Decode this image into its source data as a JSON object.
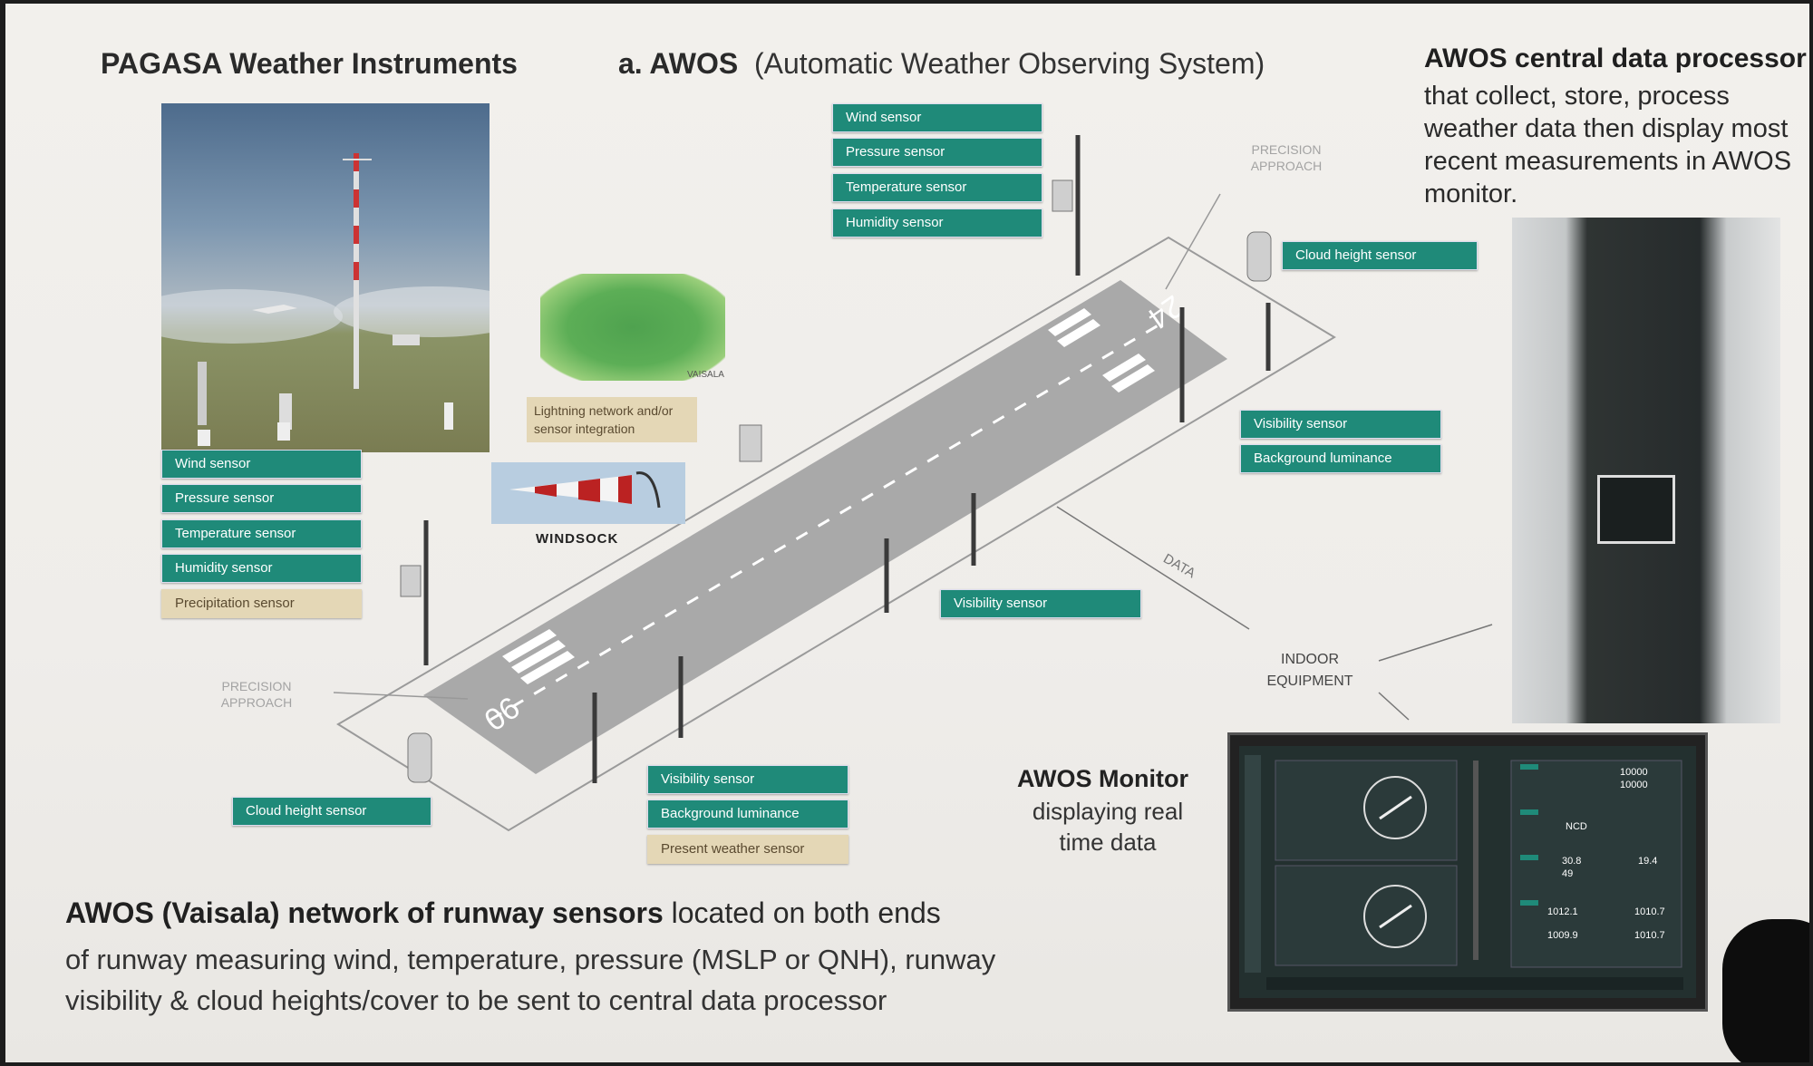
{
  "title": {
    "main": "PAGASA Weather Instruments",
    "sub": "a. AWOS",
    "paren": "(Automatic Weather Observing System)"
  },
  "processor": {
    "heading": "AWOS central data processor",
    "body": "that collect, store, process weather data then display most recent measurements in AWOS monitor."
  },
  "left_station_tags": [
    "Wind sensor",
    "Pressure sensor",
    "Temperature sensor",
    "Humidity sensor",
    "Precipitation sensor"
  ],
  "top_station_tags": [
    "Wind sensor",
    "Pressure sensor",
    "Temperature sensor",
    "Humidity sensor"
  ],
  "tags": {
    "cloud_height_top": "Cloud height sensor",
    "visibility_top": "Visibility sensor",
    "background_top": "Background luminance",
    "visibility_mid": "Visibility sensor",
    "cloud_height_bottom": "Cloud height sensor",
    "visibility_bottom": "Visibility sensor",
    "background_bottom": "Background luminance",
    "present_weather": "Present weather sensor"
  },
  "lightning_label": "Lightning network and/or sensor integration",
  "lightning_brand": "VAISALA",
  "windsock_label": "WINDSOCK",
  "diagram_labels": {
    "precision_top": "PRECISION APPROACH",
    "precision_left": "PRECISION APPROACH",
    "runway_top": "24",
    "runway_bottom": "06",
    "data": "DATA",
    "indoor": "INDOOR EQUIPMENT"
  },
  "monitor": {
    "heading": "AWOS Monitor",
    "body": "displaying real time data",
    "values": [
      "10000",
      "10000",
      "NCD",
      "30.8",
      "19.4",
      "49",
      "1012.1",
      "1010.7",
      "1009.9",
      "1010.7"
    ]
  },
  "bottom": {
    "bold": "AWOS  (Vaisala) network of runway sensors",
    "rest1": " located on both ends",
    "line2": "of runway measuring wind, temperature, pressure (MSLP or QNH), runway",
    "line3": "visibility & cloud heights/cover to be sent to central data processor"
  },
  "colors": {
    "teal": "#1f8a79",
    "beige": "#e4d7b6",
    "runway": "#a9a9a9"
  }
}
